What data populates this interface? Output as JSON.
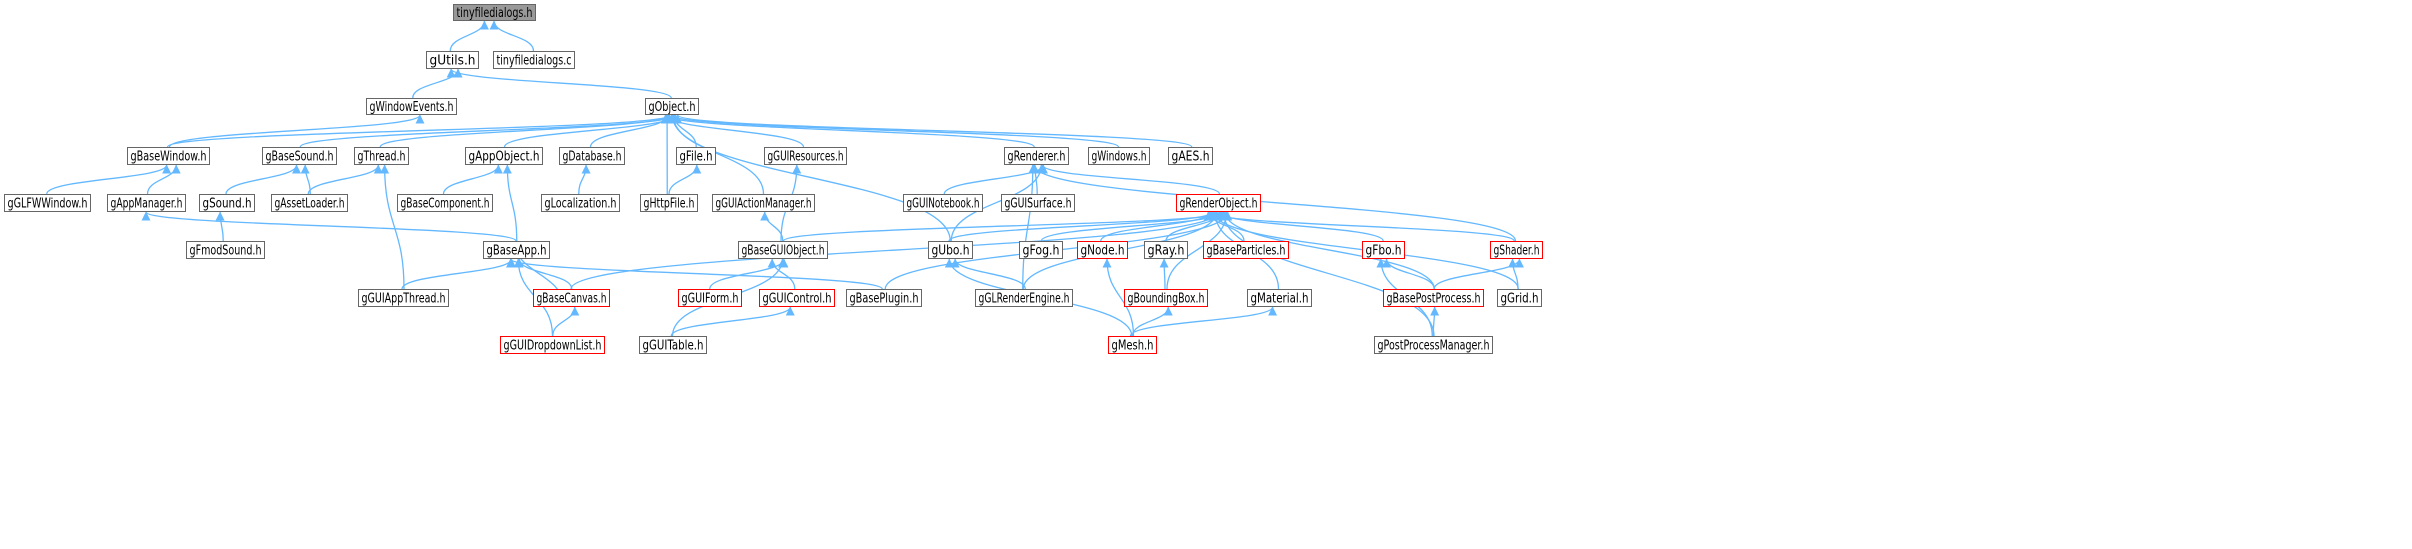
{
  "graph": {
    "colors": {
      "edge": "#63b8ff",
      "node_border": "#666666",
      "highlight_border": "#ff0000",
      "root_fill": "#999999",
      "node_fill": "#ffffff"
    },
    "nodes": [
      {
        "id": "tinyfiledialogs_h",
        "label": "tinyfiledialogs.h",
        "style": "root"
      },
      {
        "id": "gUtils_h",
        "label": "gUtils.h"
      },
      {
        "id": "tinyfiledialogs_c",
        "label": "tinyfiledialogs.c"
      },
      {
        "id": "gWindowEvents_h",
        "label": "gWindowEvents.h"
      },
      {
        "id": "gObject_h",
        "label": "gObject.h"
      },
      {
        "id": "gBaseWindow_h",
        "label": "gBaseWindow.h"
      },
      {
        "id": "gBaseSound_h",
        "label": "gBaseSound.h"
      },
      {
        "id": "gThread_h",
        "label": "gThread.h"
      },
      {
        "id": "gAppObject_h",
        "label": "gAppObject.h"
      },
      {
        "id": "gDatabase_h",
        "label": "gDatabase.h"
      },
      {
        "id": "gFile_h",
        "label": "gFile.h"
      },
      {
        "id": "gGUIResources_h",
        "label": "gGUIResources.h"
      },
      {
        "id": "gRenderer_h",
        "label": "gRenderer.h"
      },
      {
        "id": "gWindows_h",
        "label": "gWindows.h"
      },
      {
        "id": "gAES_h",
        "label": "gAES.h"
      },
      {
        "id": "gGLFWWindow_h",
        "label": "gGLFWWindow.h"
      },
      {
        "id": "gAppManager_h",
        "label": "gAppManager.h"
      },
      {
        "id": "gSound_h",
        "label": "gSound.h"
      },
      {
        "id": "gAssetLoader_h",
        "label": "gAssetLoader.h"
      },
      {
        "id": "gBaseComponent_h",
        "label": "gBaseComponent.h"
      },
      {
        "id": "gLocalization_h",
        "label": "gLocalization.h"
      },
      {
        "id": "gHttpFile_h",
        "label": "gHttpFile.h"
      },
      {
        "id": "gGUIActionManager_h",
        "label": "gGUIActionManager.h"
      },
      {
        "id": "gGUINotebook_h",
        "label": "gGUINotebook.h"
      },
      {
        "id": "gGUISurface_h",
        "label": "gGUISurface.h"
      },
      {
        "id": "gRenderObject_h",
        "label": "gRenderObject.h",
        "style": "highlight"
      },
      {
        "id": "gFmodSound_h",
        "label": "gFmodSound.h"
      },
      {
        "id": "gBaseApp_h",
        "label": "gBaseApp.h"
      },
      {
        "id": "gBaseGUIObject_h",
        "label": "gBaseGUIObject.h"
      },
      {
        "id": "gUbo_h",
        "label": "gUbo.h"
      },
      {
        "id": "gFog_h",
        "label": "gFog.h"
      },
      {
        "id": "gNode_h",
        "label": "gNode.h",
        "style": "highlight"
      },
      {
        "id": "gRay_h",
        "label": "gRay.h"
      },
      {
        "id": "gBaseParticles_h",
        "label": "gBaseParticles.h",
        "style": "highlight"
      },
      {
        "id": "gFbo_h",
        "label": "gFbo.h",
        "style": "highlight"
      },
      {
        "id": "gShader_h",
        "label": "gShader.h",
        "style": "highlight"
      },
      {
        "id": "gGUIAppThread_h",
        "label": "gGUIAppThread.h"
      },
      {
        "id": "gBaseCanvas_h",
        "label": "gBaseCanvas.h",
        "style": "highlight"
      },
      {
        "id": "gBasePlugin_h",
        "label": "gBasePlugin.h"
      },
      {
        "id": "gGUIForm_h",
        "label": "gGUIForm.h",
        "style": "highlight"
      },
      {
        "id": "gGUIControl_h",
        "label": "gGUIControl.h",
        "style": "highlight"
      },
      {
        "id": "gGLRenderEngine_h",
        "label": "gGLRenderEngine.h"
      },
      {
        "id": "gBoundingBox_h",
        "label": "gBoundingBox.h",
        "style": "highlight"
      },
      {
        "id": "gMaterial_h",
        "label": "gMaterial.h"
      },
      {
        "id": "gBasePostProcess_h",
        "label": "gBasePostProcess.h",
        "style": "highlight"
      },
      {
        "id": "gGrid_h",
        "label": "gGrid.h"
      },
      {
        "id": "gGUIDropdownList_h",
        "label": "gGUIDropdownList.h",
        "style": "highlight"
      },
      {
        "id": "gGUITable_h",
        "label": "gGUITable.h"
      },
      {
        "id": "gMesh_h",
        "label": "gMesh.h",
        "style": "highlight"
      },
      {
        "id": "gPostProcessManager_h",
        "label": "gPostProcessManager.h"
      }
    ],
    "edges": [
      {
        "from": "gUtils_h",
        "to": "tinyfiledialogs_h"
      },
      {
        "from": "tinyfiledialogs_c",
        "to": "tinyfiledialogs_h"
      },
      {
        "from": "gWindowEvents_h",
        "to": "gUtils_h"
      },
      {
        "from": "gObject_h",
        "to": "gUtils_h"
      },
      {
        "from": "gBaseWindow_h",
        "to": "gWindowEvents_h"
      },
      {
        "from": "gBaseWindow_h",
        "to": "gObject_h"
      },
      {
        "from": "gBaseSound_h",
        "to": "gObject_h"
      },
      {
        "from": "gThread_h",
        "to": "gObject_h"
      },
      {
        "from": "gAppObject_h",
        "to": "gObject_h"
      },
      {
        "from": "gDatabase_h",
        "to": "gObject_h"
      },
      {
        "from": "gFile_h",
        "to": "gObject_h"
      },
      {
        "from": "gHttpFile_h",
        "to": "gObject_h"
      },
      {
        "from": "gGUIActionManager_h",
        "to": "gObject_h"
      },
      {
        "from": "gGUIResources_h",
        "to": "gObject_h"
      },
      {
        "from": "gUbo_h",
        "to": "gObject_h"
      },
      {
        "from": "gRenderer_h",
        "to": "gObject_h"
      },
      {
        "from": "gWindows_h",
        "to": "gObject_h"
      },
      {
        "from": "gAES_h",
        "to": "gObject_h"
      },
      {
        "from": "gGLFWWindow_h",
        "to": "gBaseWindow_h"
      },
      {
        "from": "gAppManager_h",
        "to": "gBaseWindow_h"
      },
      {
        "from": "gSound_h",
        "to": "gBaseSound_h"
      },
      {
        "from": "gAssetLoader_h",
        "to": "gBaseSound_h"
      },
      {
        "from": "gAssetLoader_h",
        "to": "gThread_h"
      },
      {
        "from": "gGUIAppThread_h",
        "to": "gThread_h"
      },
      {
        "from": "gBaseComponent_h",
        "to": "gAppObject_h"
      },
      {
        "from": "gBaseApp_h",
        "to": "gAppObject_h"
      },
      {
        "from": "gLocalization_h",
        "to": "gDatabase_h"
      },
      {
        "from": "gHttpFile_h",
        "to": "gFile_h"
      },
      {
        "from": "gBaseGUIObject_h",
        "to": "gGUIResources_h"
      },
      {
        "from": "gBaseGUIObject_h",
        "to": "gGUIActionManager_h"
      },
      {
        "from": "gFmodSound_h",
        "to": "gSound_h"
      },
      {
        "from": "gBaseApp_h",
        "to": "gAppManager_h"
      },
      {
        "from": "gGUINotebook_h",
        "to": "gRenderer_h"
      },
      {
        "from": "gGUISurface_h",
        "to": "gRenderer_h"
      },
      {
        "from": "gRenderObject_h",
        "to": "gRenderer_h"
      },
      {
        "from": "gShader_h",
        "to": "gRenderer_h"
      },
      {
        "from": "gUbo_h",
        "to": "gRenderer_h"
      },
      {
        "from": "gGLRenderEngine_h",
        "to": "gRenderer_h"
      },
      {
        "from": "gBaseGUIObject_h",
        "to": "gRenderObject_h"
      },
      {
        "from": "gUbo_h",
        "to": "gRenderObject_h"
      },
      {
        "from": "gFog_h",
        "to": "gRenderObject_h"
      },
      {
        "from": "gNode_h",
        "to": "gRenderObject_h"
      },
      {
        "from": "gRay_h",
        "to": "gRenderObject_h"
      },
      {
        "from": "gBaseParticles_h",
        "to": "gRenderObject_h"
      },
      {
        "from": "gFbo_h",
        "to": "gRenderObject_h"
      },
      {
        "from": "gShader_h",
        "to": "gRenderObject_h"
      },
      {
        "from": "gBaseCanvas_h",
        "to": "gRenderObject_h"
      },
      {
        "from": "gBasePlugin_h",
        "to": "gRenderObject_h"
      },
      {
        "from": "gGLRenderEngine_h",
        "to": "gRenderObject_h"
      },
      {
        "from": "gBoundingBox_h",
        "to": "gRenderObject_h"
      },
      {
        "from": "gMaterial_h",
        "to": "gRenderObject_h"
      },
      {
        "from": "gBasePostProcess_h",
        "to": "gRenderObject_h"
      },
      {
        "from": "gGrid_h",
        "to": "gRenderObject_h"
      },
      {
        "from": "gPostProcessManager_h",
        "to": "gRenderObject_h"
      },
      {
        "from": "gGUIAppThread_h",
        "to": "gBaseApp_h"
      },
      {
        "from": "gBaseCanvas_h",
        "to": "gBaseApp_h"
      },
      {
        "from": "gBasePlugin_h",
        "to": "gBaseApp_h"
      },
      {
        "from": "gGUIDropdownList_h",
        "to": "gBaseApp_h"
      },
      {
        "from": "gBaseApp_h",
        "to": "gBaseCanvas_h"
      },
      {
        "from": "gGUIForm_h",
        "to": "gBaseGUIObject_h"
      },
      {
        "from": "gGUIControl_h",
        "to": "gBaseGUIObject_h"
      },
      {
        "from": "gGUITable_h",
        "to": "gBaseGUIObject_h"
      },
      {
        "from": "gGLRenderEngine_h",
        "to": "gUbo_h"
      },
      {
        "from": "gMesh_h",
        "to": "gUbo_h"
      },
      {
        "from": "gMesh_h",
        "to": "gNode_h"
      },
      {
        "from": "gBoundingBox_h",
        "to": "gRay_h"
      },
      {
        "from": "gBasePostProcess_h",
        "to": "gFbo_h"
      },
      {
        "from": "gPostProcessManager_h",
        "to": "gFbo_h"
      },
      {
        "from": "gBasePostProcess_h",
        "to": "gShader_h"
      },
      {
        "from": "gGrid_h",
        "to": "gShader_h"
      },
      {
        "from": "gGUIDropdownList_h",
        "to": "gBaseCanvas_h"
      },
      {
        "from": "gGUITable_h",
        "to": "gGUIControl_h"
      },
      {
        "from": "gMesh_h",
        "to": "gBoundingBox_h"
      },
      {
        "from": "gMesh_h",
        "to": "gMaterial_h"
      },
      {
        "from": "gPostProcessManager_h",
        "to": "gBasePostProcess_h"
      }
    ]
  }
}
